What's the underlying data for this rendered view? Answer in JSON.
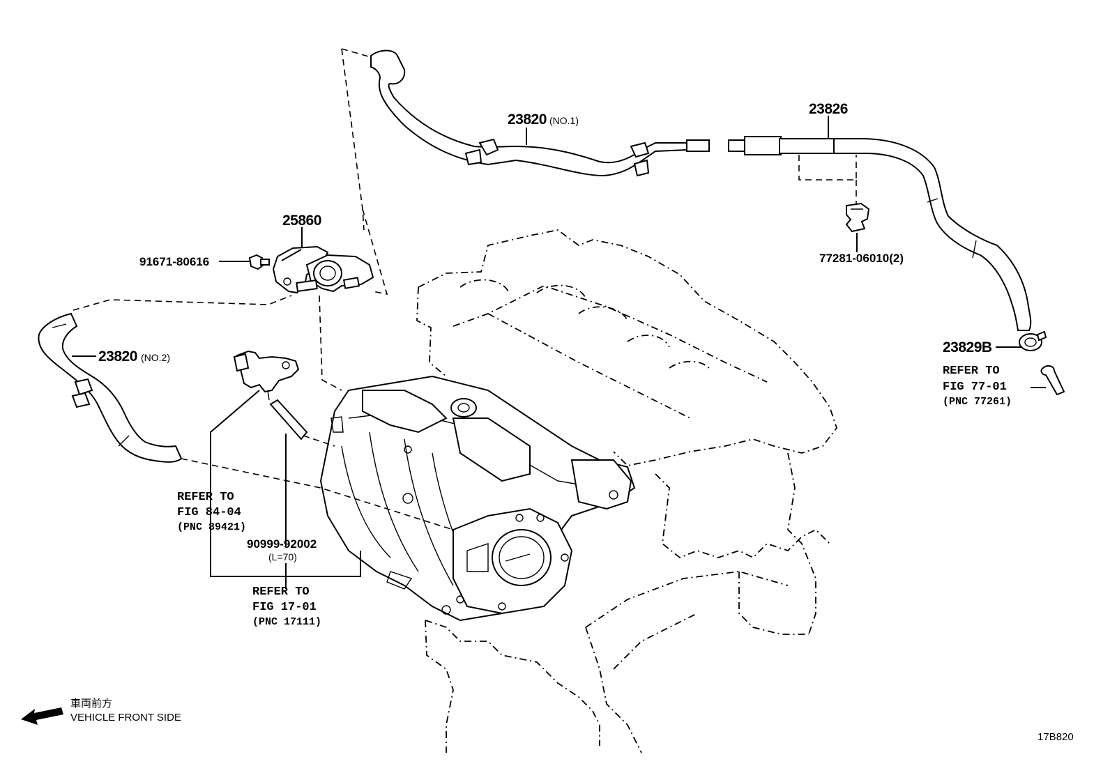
{
  "labels": {
    "p_23820_no1": "23820",
    "p_23820_no1_sfx": "(NO.1)",
    "p_23826": "23826",
    "p_25860": "25860",
    "p_91671": "91671-80616",
    "p_77281": "77281-06010(2)",
    "p_23820_no2": "23820",
    "p_23820_no2_sfx": "(NO.2)",
    "p_23829b": "23829B",
    "ref_77_l1": "REFER TO",
    "ref_77_l2": "FIG 77-01",
    "ref_77_l3": "(PNC 77261)",
    "ref_84_l1": "REFER TO",
    "ref_84_l2": "FIG 84-04",
    "ref_84_l3": "(PNC 89421)",
    "p_90999": "90999-92002",
    "p_90999_sfx": "(L=70)",
    "ref_17_l1": "REFER TO",
    "ref_17_l2": "FIG 17-01",
    "ref_17_l3": "(PNC 17111)",
    "front_jp": "車両前方",
    "front_en": "VEHICLE FRONT SIDE",
    "fig_code": "17B820"
  }
}
